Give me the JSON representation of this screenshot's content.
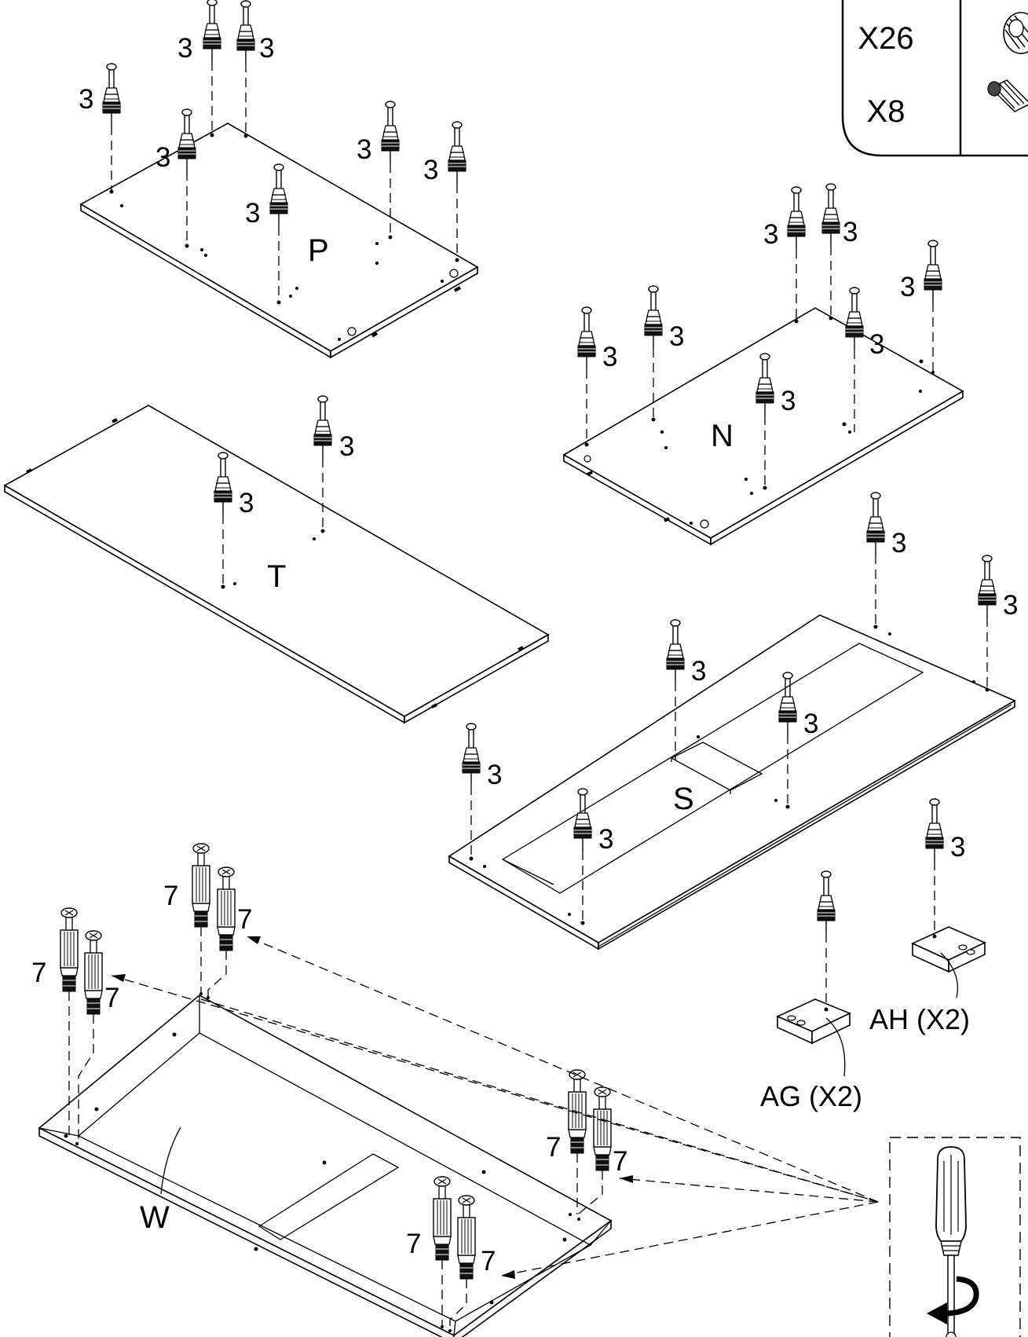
{
  "legend": {
    "rows": [
      {
        "qty": "X26",
        "icon": "cam-bolt-icon"
      },
      {
        "qty": "X8",
        "icon": "screw-dowel-icon"
      }
    ]
  },
  "parts": {
    "P": "P",
    "N": "N",
    "T": "T",
    "S": "S",
    "W": "W",
    "AG": "AG (X2)",
    "AH": "AH (X2)"
  },
  "hardware_labels": {
    "cam_bolt": "3",
    "screw_dowel": "7"
  },
  "tool": {
    "icon": "screwdriver-icon",
    "rotation": "clockwise-arrow-icon"
  }
}
